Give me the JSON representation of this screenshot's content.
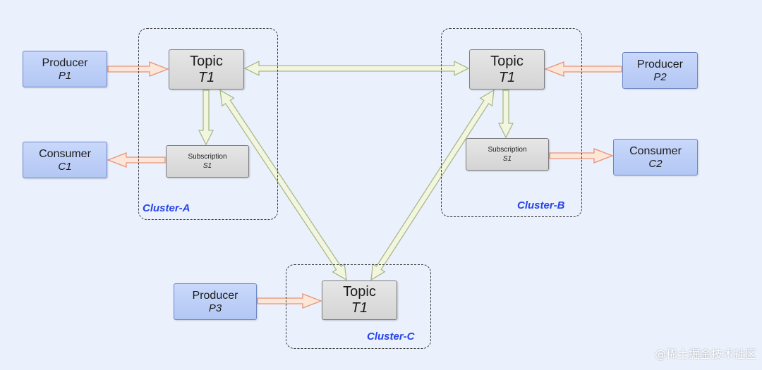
{
  "clusters": {
    "a": {
      "label": "Cluster-A"
    },
    "b": {
      "label": "Cluster-B"
    },
    "c": {
      "label": "Cluster-C"
    }
  },
  "producers": {
    "p1": {
      "title": "Producer",
      "id": "P1"
    },
    "p2": {
      "title": "Producer",
      "id": "P2"
    },
    "p3": {
      "title": "Producer",
      "id": "P3"
    }
  },
  "consumers": {
    "c1": {
      "title": "Consumer",
      "id": "C1"
    },
    "c2": {
      "title": "Consumer",
      "id": "C2"
    }
  },
  "topics": {
    "a": {
      "title": "Topic",
      "id": "T1"
    },
    "b": {
      "title": "Topic",
      "id": "T1"
    },
    "c": {
      "title": "Topic",
      "id": "T1"
    }
  },
  "subscriptions": {
    "a": {
      "title": "Subscription",
      "id": "S1"
    },
    "b": {
      "title": "Subscription",
      "id": "S1"
    }
  },
  "watermark": "@稀土掘金技术社区",
  "colors": {
    "background": "#eaf1fd",
    "cluster_label": "#2844e6",
    "arrow_orange_fill": "#fbe6d8",
    "arrow_orange_stroke": "#e7937a",
    "arrow_green_fill": "#f3f6df",
    "arrow_green_stroke": "#a9b88a"
  }
}
